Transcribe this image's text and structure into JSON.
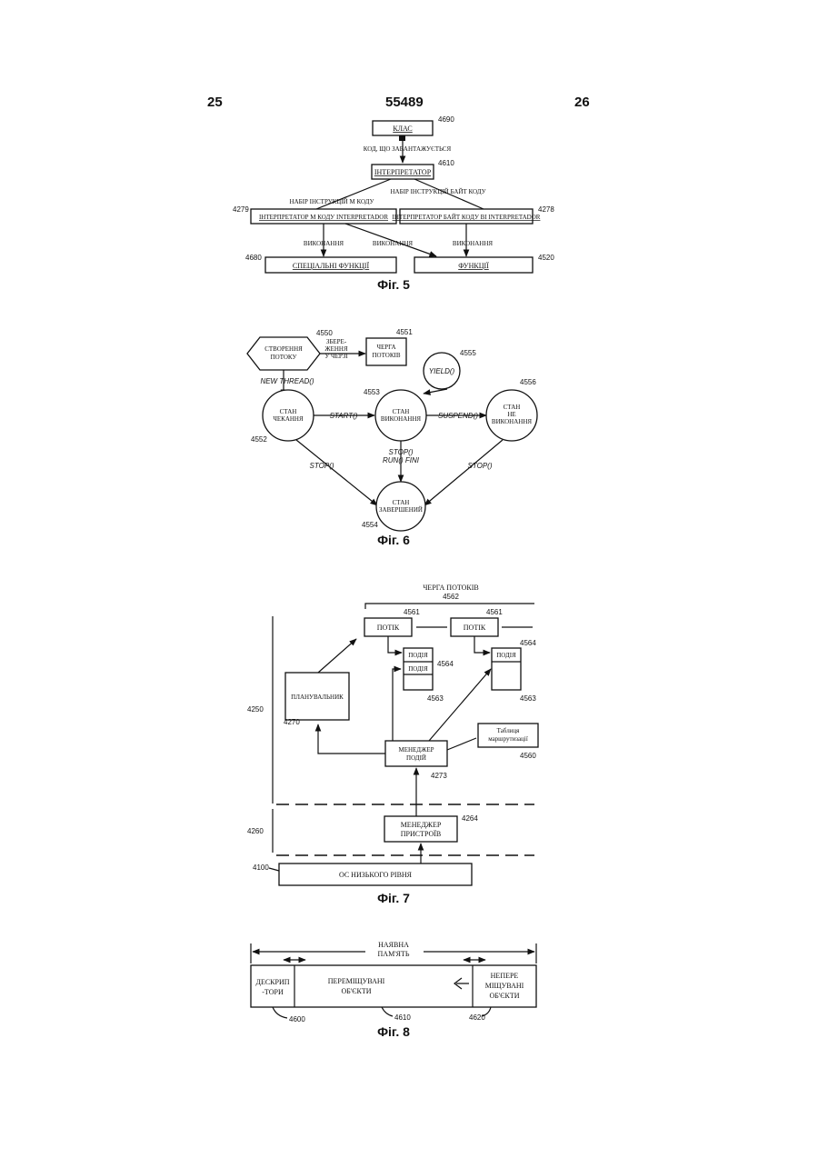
{
  "header": {
    "page_left": "25",
    "patent_number": "55489",
    "page_right": "26"
  },
  "fig5": {
    "caption": "Фіг. 5",
    "class_box": "КЛАС",
    "class_ref": "4690",
    "code_label": "КОД, ЩО ЗАВАНТАЖУЄТЬСЯ",
    "interpreter_box": "ІНТЕРПРЕТАТОР",
    "interpreter_ref": "4610",
    "left_branch_label": "НАБІР ІНСТРУКЦІЙ М КОДУ",
    "right_branch_label": "НАБІР ІНСТРУКЦІЙ БАЙТ КОДУ",
    "left_interp": "ІНТЕРПРЕТАТОР М КОДУ   INTERPRETADOR",
    "left_interp_ref": "4279",
    "right_interp": "ІНТЕРПРЕТАТОР БАЙТ КОДУ   BI INTERPRETADOR",
    "right_interp_ref": "4278",
    "exec_left": "ВИКОНАННЯ",
    "exec_middle": "ВИКОНАННЯ",
    "exec_right": "ВИКОНАННЯ",
    "special_functions": "СПЕЦІАЛЬНІ ФУНКЦІЇ",
    "special_ref": "4680",
    "functions": "ФУНКЦІЇ",
    "functions_ref": "4520"
  },
  "fig6": {
    "caption": "Фіг. 6",
    "create_thread": [
      "СТВОРЕННЯ",
      "ПОТОКУ"
    ],
    "create_ref": "4550",
    "store_label": [
      "ЗБЕРЕ-",
      "ЖЕННЯ",
      "У ЧЕРЗІ"
    ],
    "queue_box": [
      "ЧЕРГА",
      "ПОТОКІВ"
    ],
    "queue_ref": "4551",
    "yield": "YIELD()",
    "yield_ref": "4555",
    "new_thread": "NEW THREAD()",
    "state_waiting": [
      "СТАН",
      "ЧЕКАННЯ"
    ],
    "waiting_ref": "4552",
    "start": "START()",
    "state_running": [
      "СТАН",
      "ВИКОНАННЯ"
    ],
    "running_ref": "4553",
    "suspend": "SUSPEND()",
    "state_not_running": [
      "СТАН",
      "НЕ",
      "ВИКОНАННЯ"
    ],
    "not_running_ref": "4556",
    "stop_left": "STOP()",
    "stop_middle": [
      "STOP()",
      "RUN() FINI"
    ],
    "stop_right": "STOP()",
    "state_finished": [
      "СТАН",
      "ЗАВЕРШЕНИЙ"
    ],
    "finished_ref": "4554"
  },
  "fig7": {
    "caption": "Фіг. 7",
    "queue_title": "ЧЕРГА ПОТОКІВ",
    "queue_ref": "4562",
    "thread": "ПОТІК",
    "thread_ref": "4561",
    "event": "ПОДІЯ",
    "event_ref": "4564",
    "event_group_ref": "4563",
    "scheduler": "ПЛАНУВАЛЬНИК",
    "scheduler_ref": "4270",
    "layer_upper_ref": "4250",
    "layer_lower_ref": "4260",
    "event_manager": [
      "МЕНЕДЖЕР",
      "ПОДІЙ"
    ],
    "event_manager_ref": "4273",
    "routing_table": [
      "Таблиця",
      "маршрутизації"
    ],
    "routing_ref": "4560",
    "device_manager": [
      "МЕНЕДЖЕР",
      "ПРИСТРОЇВ"
    ],
    "device_manager_ref": "4264",
    "low_os": "ОС НИЗЬКОГО РІВНЯ",
    "low_os_ref": "4100"
  },
  "fig8": {
    "caption": "Фіг. 8",
    "available_memory": [
      "НАЯВНА",
      "ПАМ'ЯТЬ"
    ],
    "descriptors": [
      "ДЕСКРИП",
      "-ТОРИ"
    ],
    "descriptors_ref": "4600",
    "movable": [
      "ПЕРЕМІЩУВАНІ",
      "ОБ'ЄКТИ"
    ],
    "movable_ref": "4610",
    "fixed": [
      "НЕПЕРЕ",
      "МІЩУВАНІ",
      "ОБ'ЄКТИ"
    ],
    "fixed_ref": "4620"
  }
}
